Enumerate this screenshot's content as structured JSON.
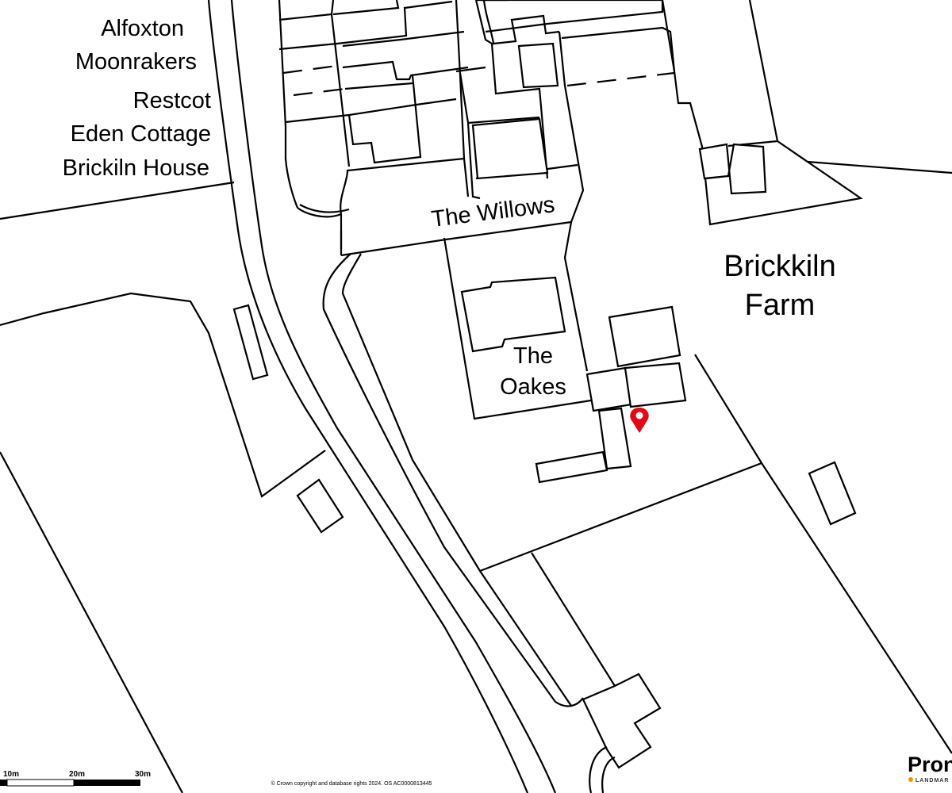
{
  "property_labels": {
    "alfoxton": "Alfoxton",
    "moonrakers": "Moonrakers",
    "restcot": "Restcot",
    "eden_cottage": "Eden Cottage",
    "brickiln_house": "Brickiln House",
    "the_willows": "The Willows",
    "the_oakes_line1": "The",
    "the_oakes_line2": "Oakes",
    "brickkiln_farm_line1": "Brickkiln",
    "brickkiln_farm_line2": "Farm"
  },
  "scale_bar": {
    "label_10": "10m",
    "label_20": "20m",
    "label_30": "30m"
  },
  "copyright": "© Crown copyright and database rights 2024. OS AC0000813445",
  "brand": {
    "name": "Pron",
    "tagline": "LANDMAR",
    "accent_color": "#f39200"
  },
  "marker": {
    "color": "#e30613",
    "icon": "location-pin-icon"
  }
}
